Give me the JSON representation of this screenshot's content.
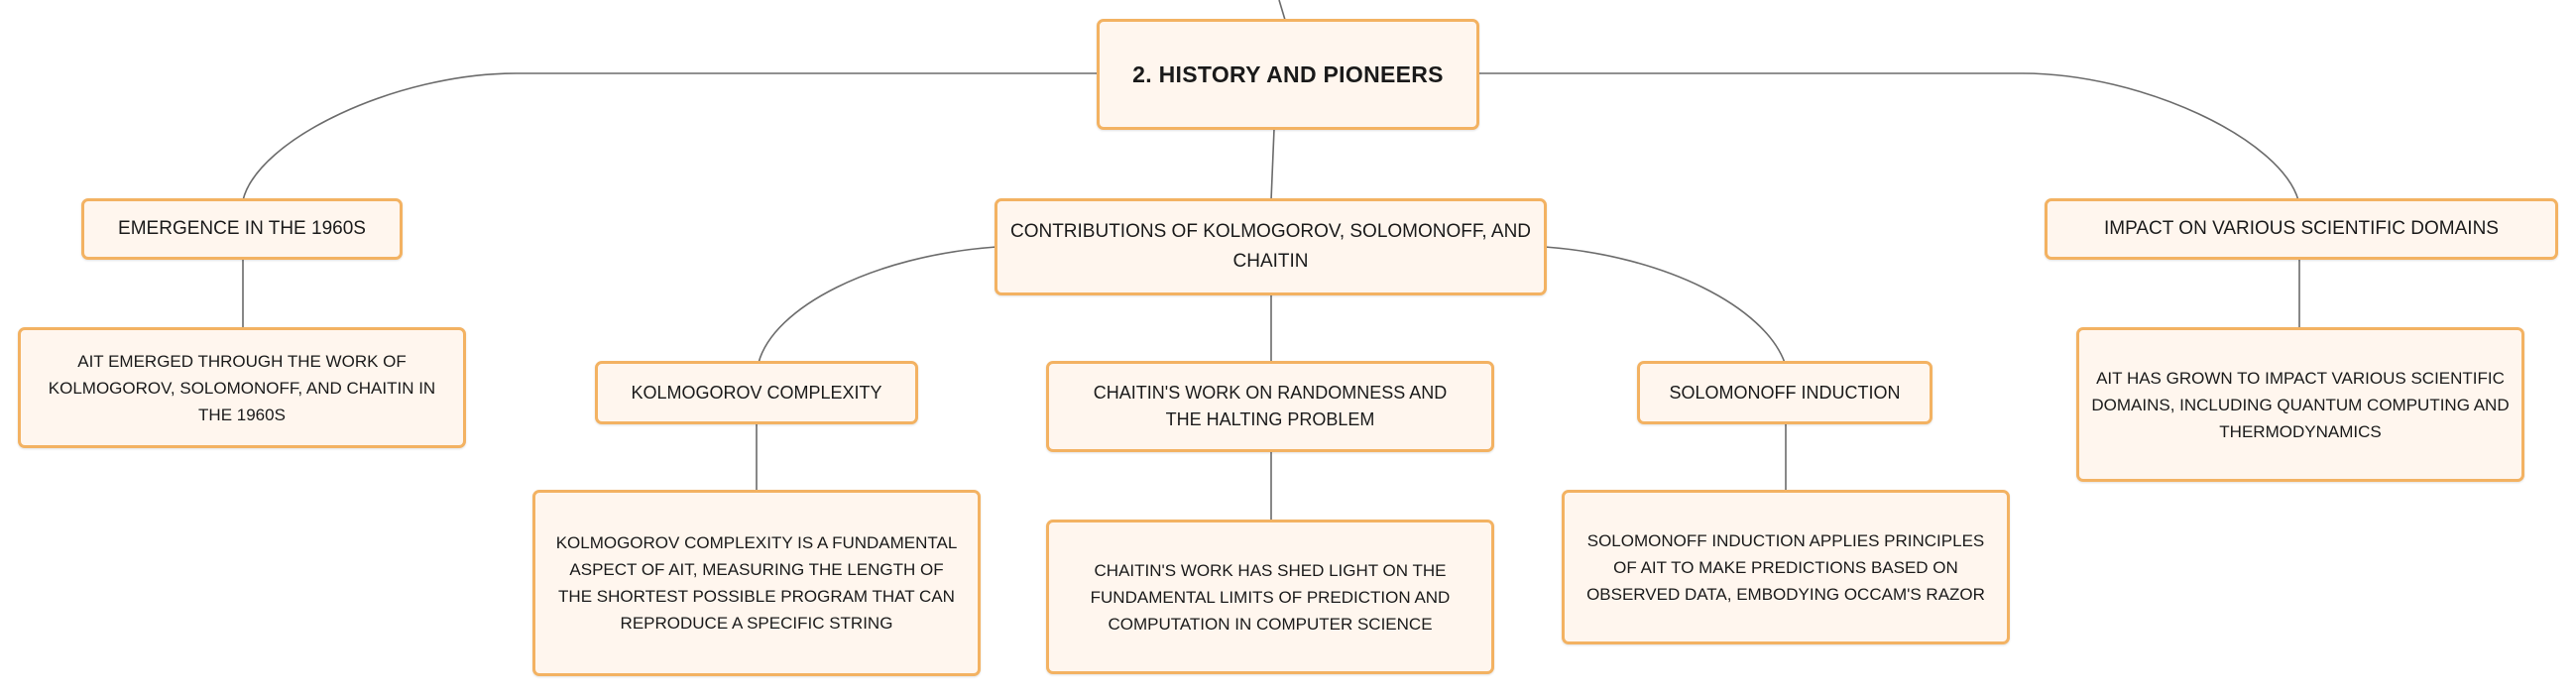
{
  "root": {
    "label": "2. HISTORY AND PIONEERS"
  },
  "emergence": {
    "label": "EMERGENCE IN THE 1960S",
    "detail": "AIT EMERGED THROUGH THE WORK OF KOLMOGOROV, SOLOMONOFF, AND CHAITIN IN THE 1960S"
  },
  "contributions": {
    "label": "CONTRIBUTIONS OF KOLMOGOROV, SOLOMONOFF, AND CHAITIN",
    "children": [
      {
        "label": "KOLMOGOROV COMPLEXITY",
        "detail": "KOLMOGOROV COMPLEXITY IS A FUNDAMENTAL ASPECT OF AIT, MEASURING THE LENGTH OF THE SHORTEST POSSIBLE PROGRAM THAT CAN REPRODUCE A SPECIFIC STRING"
      },
      {
        "label": "CHAITIN'S WORK ON RANDOMNESS AND THE HALTING PROBLEM",
        "detail": "CHAITIN'S WORK HAS SHED LIGHT ON THE FUNDAMENTAL LIMITS OF PREDICTION AND COMPUTATION IN COMPUTER SCIENCE"
      },
      {
        "label": "SOLOMONOFF INDUCTION",
        "detail": "SOLOMONOFF INDUCTION APPLIES PRINCIPLES OF AIT TO MAKE PREDICTIONS BASED ON OBSERVED DATA, EMBODYING OCCAM'S RAZOR"
      }
    ]
  },
  "impact": {
    "label": "IMPACT ON VARIOUS SCIENTIFIC DOMAINS",
    "detail": "AIT HAS GROWN TO IMPACT VARIOUS SCIENTIFIC DOMAINS, INCLUDING QUANTUM COMPUTING AND THERMODYNAMICS"
  },
  "colors": {
    "node_fill": "#fff6ee",
    "node_border": "#f3b262",
    "connector": "#6b6b6b",
    "text": "#1a1a1a"
  }
}
